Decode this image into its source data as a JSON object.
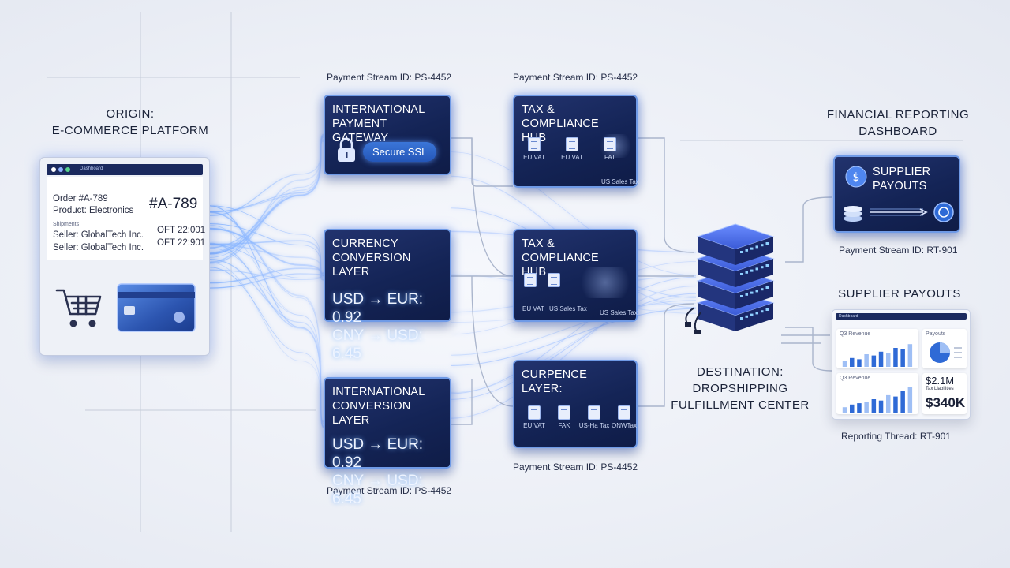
{
  "headings": {
    "origin": [
      "ORIGIN:",
      "E-COMMERCE PLATFORM"
    ],
    "destination": [
      "DESTINATION:",
      "DROPSHIPPING",
      "FULFILLMENT CENTER"
    ],
    "financial": [
      "FINANCIAL REPORTING",
      "DASHBOARD"
    ],
    "supplier_payouts": "SUPPLIER PAYOUTS"
  },
  "stream_labels": {
    "top_left": "Payment Stream ID: PS-4452",
    "top_mid": "Payment Stream ID: PS-4452",
    "bottom_left": "Payment Stream ID: PS-4452",
    "bottom_mid": "Payment Stream ID: PS-4452",
    "right_top": "Payment Stream ID: RT-901",
    "right_bottom": "Reporting Thread: RT-901"
  },
  "origin_panel": {
    "header_text": "Dashboard",
    "order": "Order #A-789",
    "product": "Product: Electronics",
    "order_big": "#A-789",
    "small_header": "Shipments",
    "seller1": "Seller: GlobalTech Inc.",
    "seller2": "Seller: GlobalTech Inc.",
    "code1": "OFT 22:001",
    "code2": "OFT 22:901"
  },
  "nodes": {
    "gateway": {
      "title": [
        "INTERNATIONAL",
        "PAYMENT GATEWAY"
      ],
      "pill": "Secure SSL"
    },
    "currency": {
      "title": [
        "CURRENCY",
        "CONVERSION LAYER"
      ],
      "fx": [
        "USD → EUR: 0.92",
        "CNY → USD: 6.45"
      ]
    },
    "intl_conv": {
      "title": [
        "INTERNATIONAL",
        "CONVERSION LAYER"
      ],
      "fx": [
        "USD → EUR: 0.92",
        "CNY → USD: 6.45"
      ]
    },
    "tax1": {
      "title": [
        "TAX & COMPLIANCE",
        "HUB"
      ],
      "labels": [
        "EU VAT",
        "EU VAT",
        "FAT",
        "US Sales Tax"
      ]
    },
    "tax2": {
      "title": [
        "TAX & COMPLIANCE",
        "HUB"
      ],
      "labels": [
        "EU VAT",
        "US Sales Tax",
        "US Sales Tax"
      ]
    },
    "curpence": {
      "title": [
        "CURPENCE",
        "LAYER:"
      ],
      "labels": [
        "EU VAT",
        "FAK",
        "US-Ha Tax",
        "ONWTax"
      ]
    },
    "supplier": {
      "title": [
        "SUPPLIER",
        "PAYOUTS"
      ]
    }
  },
  "dashboard": {
    "header": "Dashboard",
    "card1": "Q3 Revenue",
    "card2": "Payouts",
    "card3": "Q3 Revenue",
    "value1": "$2.1M",
    "value_label": "Tax Liabilities",
    "value2": "$340K"
  },
  "colors": {
    "node_bg": "#142456",
    "node_border": "#6f9ae6",
    "glow": "#5a8cff",
    "accent": "#2f6ad6"
  }
}
